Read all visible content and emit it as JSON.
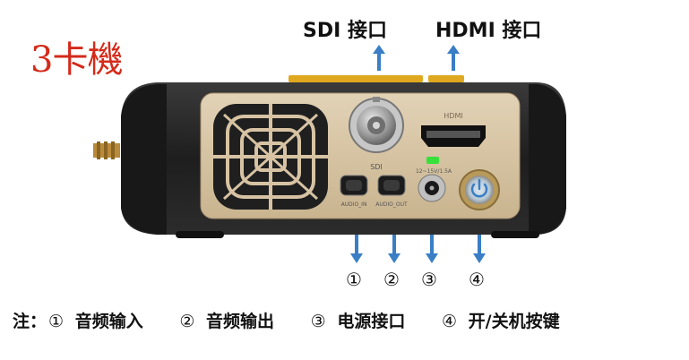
{
  "title": "3卡機",
  "top_labels": {
    "sdi": "SDI 接口",
    "hdmi": "HDMI 接口"
  },
  "panel": {
    "hdmi_text": "HDMI",
    "sdi_text": "SDI",
    "power_rating": "12~15V/1.5A",
    "audio_in": "AUDIO_IN",
    "audio_out": "AUDIO_OUT"
  },
  "markers": [
    "①",
    "②",
    "③",
    "④"
  ],
  "legend": {
    "prefix": "注：",
    "items": [
      {
        "marker": "①",
        "label": "音频输入"
      },
      {
        "marker": "②",
        "label": "音频输出"
      },
      {
        "marker": "③",
        "label": "电源接口"
      },
      {
        "marker": "④",
        "label": "开/关机按键"
      }
    ]
  },
  "colors": {
    "title": "#d42a1a",
    "arrow": "#3a7ec6",
    "panel": "#d7c3a3",
    "body": "#2a2a2a",
    "led": "#37e03a",
    "power_glow": "#4aa3e6"
  }
}
